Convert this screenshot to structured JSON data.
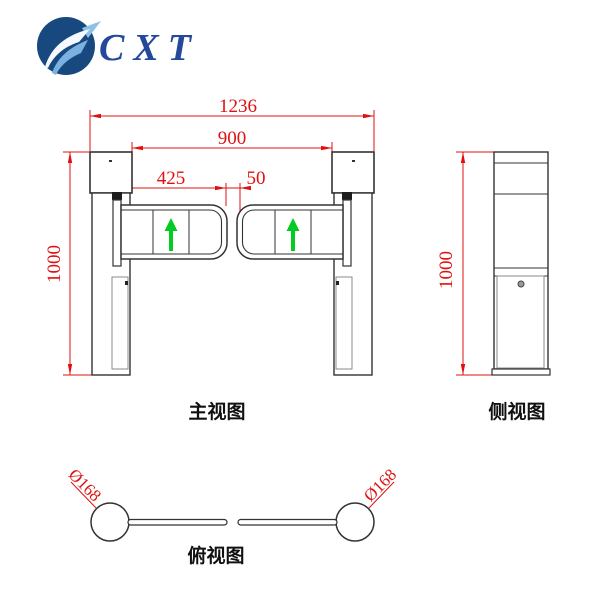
{
  "logo": {
    "text": "CXT",
    "icon": "swoosh-bird-logo",
    "colors": {
      "circle": "#17497f",
      "swoosh_light": "#8ec1e8",
      "swoosh_white": "#f4f9ff",
      "text": "#24489a"
    }
  },
  "views": {
    "front": {
      "label": "主视图",
      "dimensions": {
        "overall_width": "1236",
        "inner_width": "900",
        "arm_length": "425",
        "center_gap": "50",
        "height": "1000"
      },
      "arm_arrow_icon": "green-up-arrow"
    },
    "side": {
      "label": "侧视图",
      "dimensions": {
        "height": "1000"
      }
    },
    "top": {
      "label": "俯视图",
      "dimensions": {
        "diameter_left": "Ø168",
        "diameter_right": "Ø168"
      }
    }
  },
  "colors": {
    "dimension_red": "#e01010",
    "drawing_line": "#333333",
    "passage_arrow_green": "#00cc22"
  }
}
